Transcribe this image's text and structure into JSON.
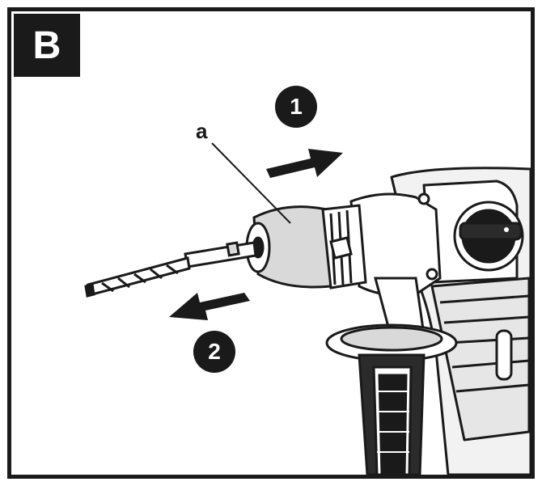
{
  "panel": {
    "label": "B"
  },
  "callouts": {
    "part_a": "a"
  },
  "steps": [
    {
      "label": "1"
    },
    {
      "label": "2"
    }
  ],
  "colors": {
    "ink": "#1a1a1a",
    "paper": "#ffffff",
    "shade": "#d9d9d9",
    "mid": "#9a9a9a"
  }
}
